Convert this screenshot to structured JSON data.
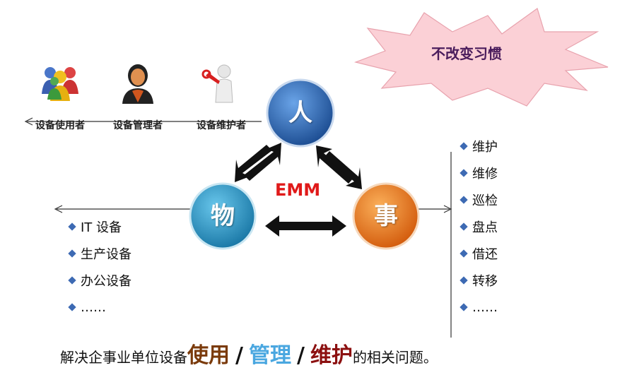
{
  "roles": [
    {
      "label": "设备使用者",
      "icon": "users-group-icon"
    },
    {
      "label": "设备管理者",
      "icon": "manager-icon"
    },
    {
      "label": "设备维护者",
      "icon": "maintenance-worker-icon"
    }
  ],
  "callout": "不改变习惯",
  "center_label": "EMM",
  "nodes": {
    "person": "人",
    "thing": "物",
    "matter": "事"
  },
  "assets_list": [
    "IT 设备",
    "生产设备",
    "办公设备",
    "……"
  ],
  "tasks_list": [
    "维护",
    "维修",
    "巡检",
    "盘点",
    "借还",
    "转移",
    "……"
  ],
  "bottom_text": {
    "prefix": "解决企事业单位设备",
    "use": "使用",
    "slash": "/",
    "manage": "管理",
    "maintain": "维护",
    "suffix": "的相关问题。"
  },
  "colors": {
    "person_circle": "#2f6fb9",
    "thing_circle": "#2a9bc8",
    "matter_circle": "#ea7a1f",
    "emm_text": "#e01a1a",
    "burst_fill": "#fbd0d6"
  }
}
